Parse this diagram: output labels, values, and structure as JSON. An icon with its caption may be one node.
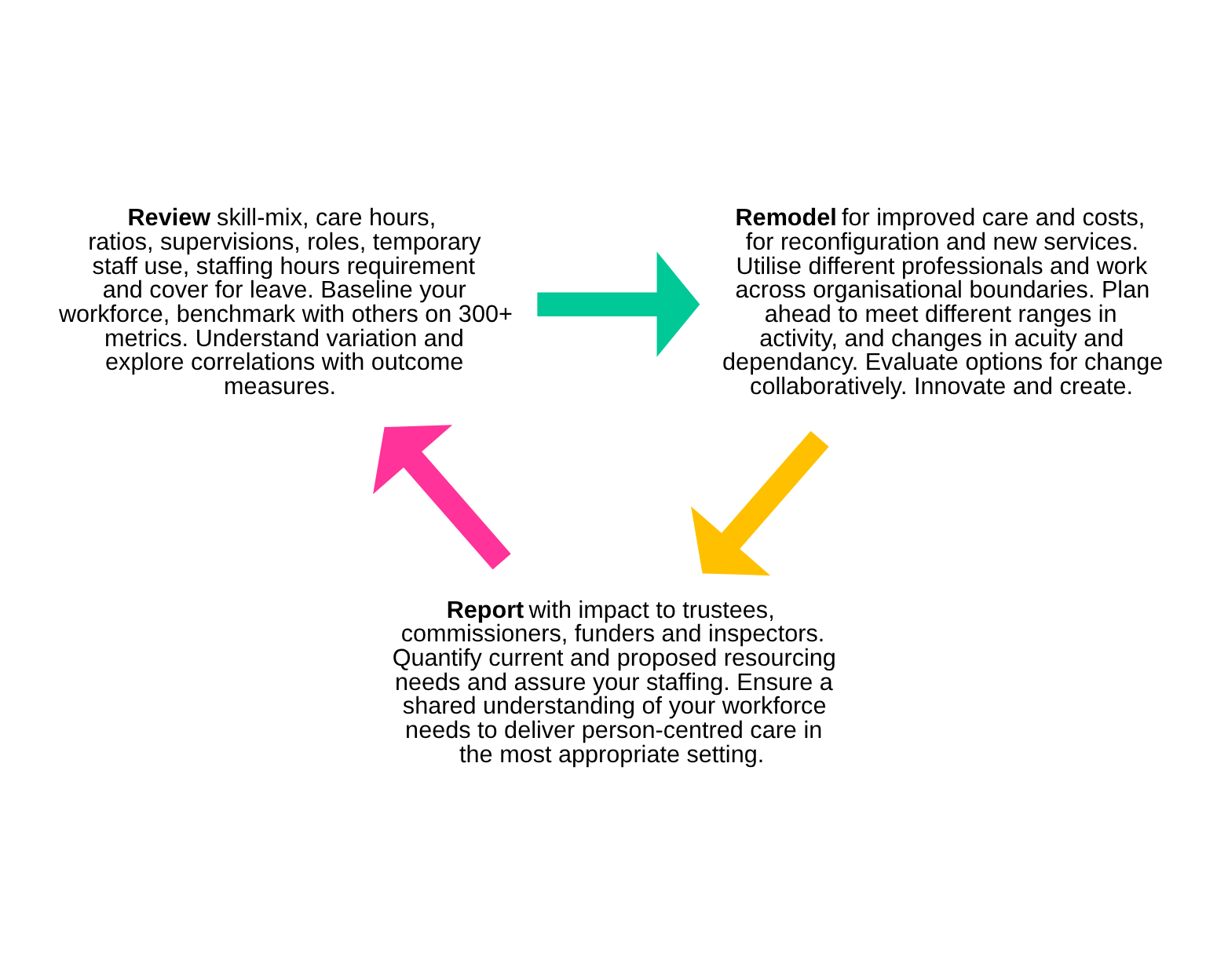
{
  "diagram": {
    "nodes": [
      {
        "text": [
          "**Review** skill-mix, care hours, ratios, supervisions, roles, temporary staff use, staffing hours requirement and cover for leave. Baseline your workforce, benchmark with others on 300+ metrics. Understand variation and explore correlations with outcome measures."
        ]
      },
      {
        "text": [
          "**Remodel** for improved care and costs, for reconfiguration and new services. Utilise different professionals and work across organisational boundaries. Plan ahead to meet different ranges in activity, and changes in acuity and dependancy. Evaluate options for change collaboratively. Innovate and create."
        ]
      },
      {
        "text": [
          "**Report** with impact to trustees, commissioners, funders and inspectors. Quantify current and proposed resourcing needs and assure your staffing. Ensure a shared understanding of your workforce needs to deliver person-centred care in the most appropriate setting."
        ]
      }
    ],
    "edges": [
      {
        "from": 0,
        "to": 1,
        "arrow": "to",
        "color": "#00c896"
      },
      {
        "from": 1,
        "to": 2,
        "arrow": "to",
        "color": "#ffc000"
      },
      {
        "from": 2,
        "to": 0,
        "arrow": "to",
        "color": "#ff3399"
      }
    ]
  }
}
